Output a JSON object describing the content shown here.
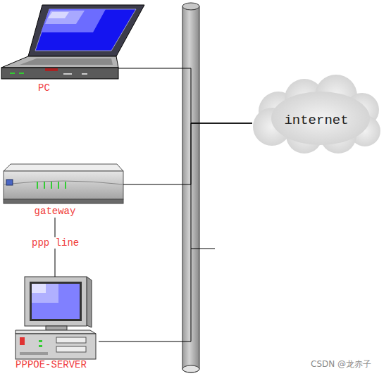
{
  "diagram": {
    "nodes": [
      {
        "text": [
          "PC"
        ]
      },
      {
        "text": [
          "internet"
        ]
      },
      {
        "text": [
          "gateway"
        ]
      },
      {
        "text": [
          "PPPOE-SERVER"
        ]
      }
    ],
    "edges": [
      {
        "from": 0,
        "to": 1,
        "arrow": "none"
      },
      {
        "from": 2,
        "to": 1,
        "arrow": "none"
      },
      {
        "from": 3,
        "to": 1,
        "arrow": "none"
      },
      {
        "from": 2,
        "to": 3,
        "label": "ppp line",
        "arrow": "none"
      }
    ],
    "labels": [
      "CSDN @龙赤子"
    ]
  }
}
